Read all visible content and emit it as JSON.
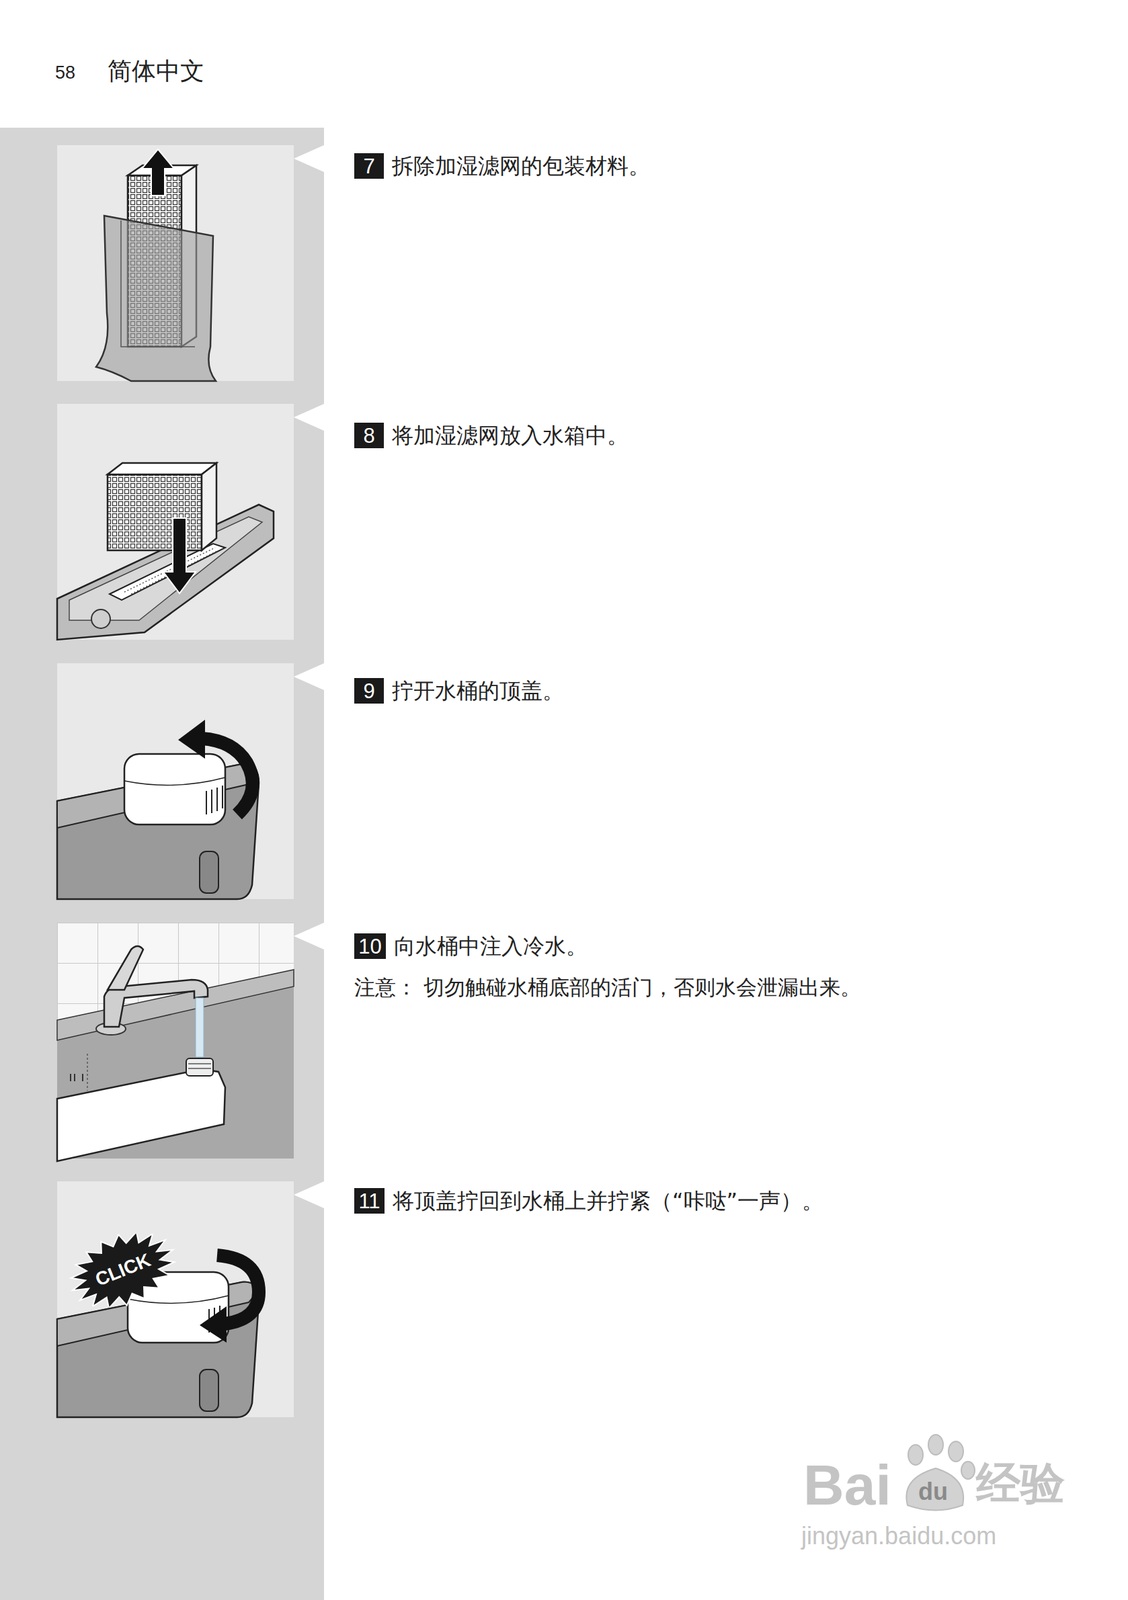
{
  "diagram": {
    "nodes": [
      {
        "text": [
          "7"
        ]
      },
      {
        "text": [
          "8"
        ]
      },
      {
        "text": [
          "9"
        ]
      },
      {
        "text": [
          "10"
        ]
      },
      {
        "text": [
          "11"
        ]
      },
      {
        "text": [
          "CLICK"
        ]
      }
    ],
    "labels": [
      "58",
      "简体中文",
      "拆除加湿滤网的包装材料。",
      "将加湿滤网放入水箱中。",
      "拧开水桶的顶盖。",
      "向水桶中注入冷水。",
      "注意： 切勿触碰水桶底部的活门，否则水会泄漏出来。",
      "将顶盖拧回到水桶上并拧紧（“咔哒”一声）。",
      "Bai",
      "du",
      "经验",
      "jingyan.baidu.com"
    ]
  }
}
